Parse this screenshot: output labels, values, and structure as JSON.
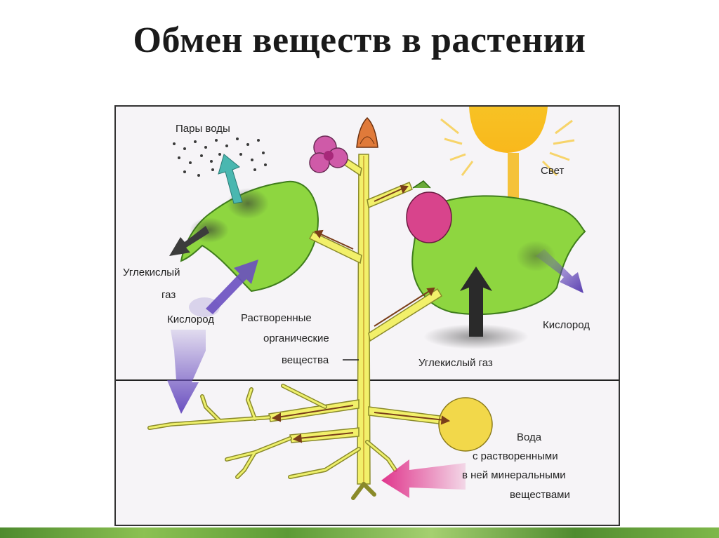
{
  "title": "Обмен веществ в растении",
  "labels": {
    "water_vapor": "Пары воды",
    "light": "Свет",
    "co2_left_1": "Углекислый",
    "co2_left_2": "газ",
    "oxygen_left": "Кислород",
    "dissolved_1": "Растворенные",
    "dissolved_2": "органические",
    "dissolved_3": "вещества",
    "oxygen_right": "Кислород",
    "co2_right": "Углекислый газ",
    "water_1": "Вода",
    "water_2": "с растворенными",
    "water_3": "в ней минеральными",
    "water_4": "веществами"
  },
  "colors": {
    "leaf": "#8ed640",
    "stem": "#f2f06a",
    "fruit": "#d8448c",
    "flower": "#cf5aa8",
    "sun": "#f7c224",
    "water_ball": "#f2d84a",
    "arrow_co2": "#3c3c3c",
    "arrow_oxygen": "#6a4fc0",
    "arrow_vapor": "#4ab7b0",
    "arrow_mineral": "#e0358c",
    "arrow_organic": "#7a3e1a",
    "ground_line": "#222222",
    "bottom_strip": "#6aa83a"
  }
}
